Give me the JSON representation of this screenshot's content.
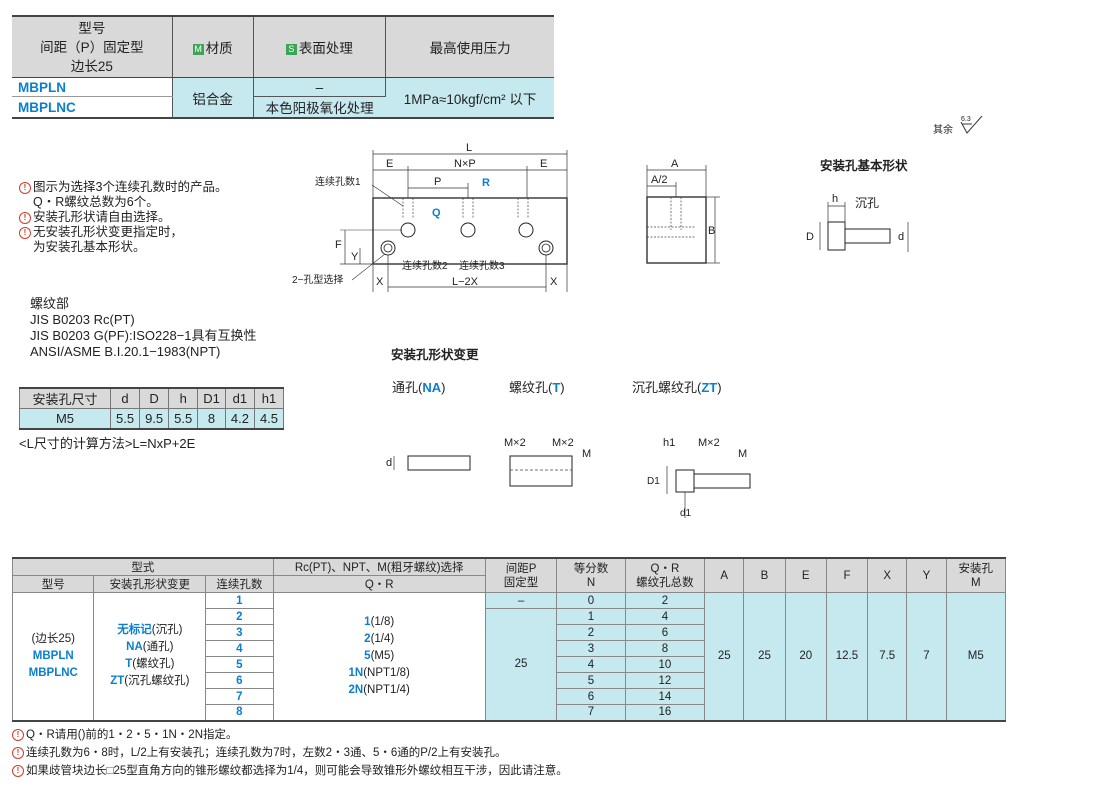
{
  "top_table": {
    "col1_line1": "型号",
    "col1_line2": "间距（P）固定型",
    "col1_line3": "边长25",
    "col2_badge": "M",
    "col2_label": "材质",
    "col3_badge": "S",
    "col3_label": "表面处理",
    "col4_label": "最高使用压力",
    "model1": "MBPLN",
    "model2": "MBPLNC",
    "material": "铝合金",
    "surface1": "–",
    "surface2": "本色阳极氧化处理",
    "pressure": "1MPa≈10kgf/cm² 以下"
  },
  "roughness": {
    "label": "其余",
    "value": "6.3"
  },
  "notes": {
    "icon": "!",
    "n1": "图示为选择3个连续孔数时的产品。",
    "n1b": "Q・R螺纹总数为6个。",
    "n2": "安装孔形状请自由选择。",
    "n3": "无安装孔形状变更指定时，",
    "n3b": "为安装孔基本形状。"
  },
  "thread_info": {
    "l1": "螺纹部",
    "l2": "JIS  B0203  Rc(PT)",
    "l3": "JIS B0203 G(PF):ISO228−1具有互换性",
    "l4": "ANSI/ASME B.I.20.1−1983(NPT)"
  },
  "mount_table": {
    "headers": [
      "安装孔尺寸",
      "d",
      "D",
      "h",
      "D1",
      "d1",
      "h1"
    ],
    "row": [
      "M5",
      "5.5",
      "9.5",
      "5.5",
      "8",
      "4.2",
      "4.5"
    ]
  },
  "formula": "<L尺寸的计算方法>L=NxP+2E",
  "drawing": {
    "L": "L",
    "E": "E",
    "NxP": "N×P",
    "P": "P",
    "R": "R",
    "Q": "Q",
    "cont1": "连续孔数1",
    "cont2": "连续孔数2",
    "cont3": "连续孔数3",
    "two_hole": "2−孔型选择",
    "X": "X",
    "L2X": "L−2X",
    "F": "F",
    "Y": "Y",
    "A": "A",
    "A2": "A/2",
    "B": "B"
  },
  "basic_shape": {
    "title": "安装孔基本形状",
    "h": "h",
    "counterbore": "沉孔",
    "D": "D",
    "d": "d"
  },
  "shape_change": {
    "title": "安装孔形状变更",
    "na_prefix": "通孔(",
    "na_code": "NA",
    "na_suffix": ")",
    "t_prefix": "螺纹孔(",
    "t_code": "T",
    "t_suffix": ")",
    "zt_prefix": "沉孔螺纹孔(",
    "zt_code": "ZT",
    "zt_suffix": ")",
    "d": "d",
    "Mx2": "M×2",
    "M": "M",
    "h1": "h1",
    "D1": "D1",
    "d1": "d1"
  },
  "big_table": {
    "h_type": "型式",
    "h_model": "型号",
    "h_shape": "安装孔形状变更",
    "h_count": "连续孔数",
    "h_thread": "Rc(PT)、NPT、M(粗牙螺纹)选择",
    "h_qr": "Q・R",
    "h_pitch1": "间距P",
    "h_pitch2": "固定型",
    "h_n1": "等分数",
    "h_n2": "N",
    "h_total1": "Q・R",
    "h_total2": "螺纹孔总数",
    "h_A": "A",
    "h_B": "B",
    "h_E": "E",
    "h_F": "F",
    "h_X": "X",
    "h_Y": "Y",
    "h_mount1": "安装孔",
    "h_mount2": "M",
    "model_size": "(边长25)",
    "model1": "MBPLN",
    "model2": "MBPLNC",
    "shape1_code": "无标记",
    "shape1_text": "(沉孔)",
    "shape2_code": "NA",
    "shape2_text": "(通孔)",
    "shape3_code": "T",
    "shape3_text": "(螺纹孔)",
    "shape4_code": "ZT",
    "shape4_text": "(沉孔螺纹孔)",
    "counts": [
      "1",
      "2",
      "3",
      "4",
      "5",
      "6",
      "7",
      "8"
    ],
    "thr1_code": "1",
    "thr1_text": "(1/8)",
    "thr2_code": "2",
    "thr2_text": "(1/4)",
    "thr3_code": "5",
    "thr3_text": "(M5)",
    "thr4_code": "1N",
    "thr4_text": "(NPT1/8)",
    "thr5_code": "2N",
    "thr5_text": "(NPT1/4)",
    "pitch_dash": "–",
    "pitch": "25",
    "n_values": [
      "0",
      "1",
      "2",
      "3",
      "4",
      "5",
      "6",
      "7"
    ],
    "totals": [
      "2",
      "4",
      "6",
      "8",
      "10",
      "12",
      "14",
      "16"
    ],
    "A": "25",
    "B": "25",
    "E": "20",
    "F": "12.5",
    "X": "7.5",
    "Y": "7",
    "M": "M5"
  },
  "footnotes": {
    "f1": "Q・R请用()前的1・2・5・1N・2N指定。",
    "f2": "连续孔数为6・8时，L/2上有安装孔；连续孔数为7时，左数2・3通、5・6通的P/2上有安装孔。",
    "f3": "如果歧管块边长□25型直角方向的锥形螺纹都选择为1/4，则可能会导致锥形外螺纹相互干涉，因此请注意。"
  }
}
